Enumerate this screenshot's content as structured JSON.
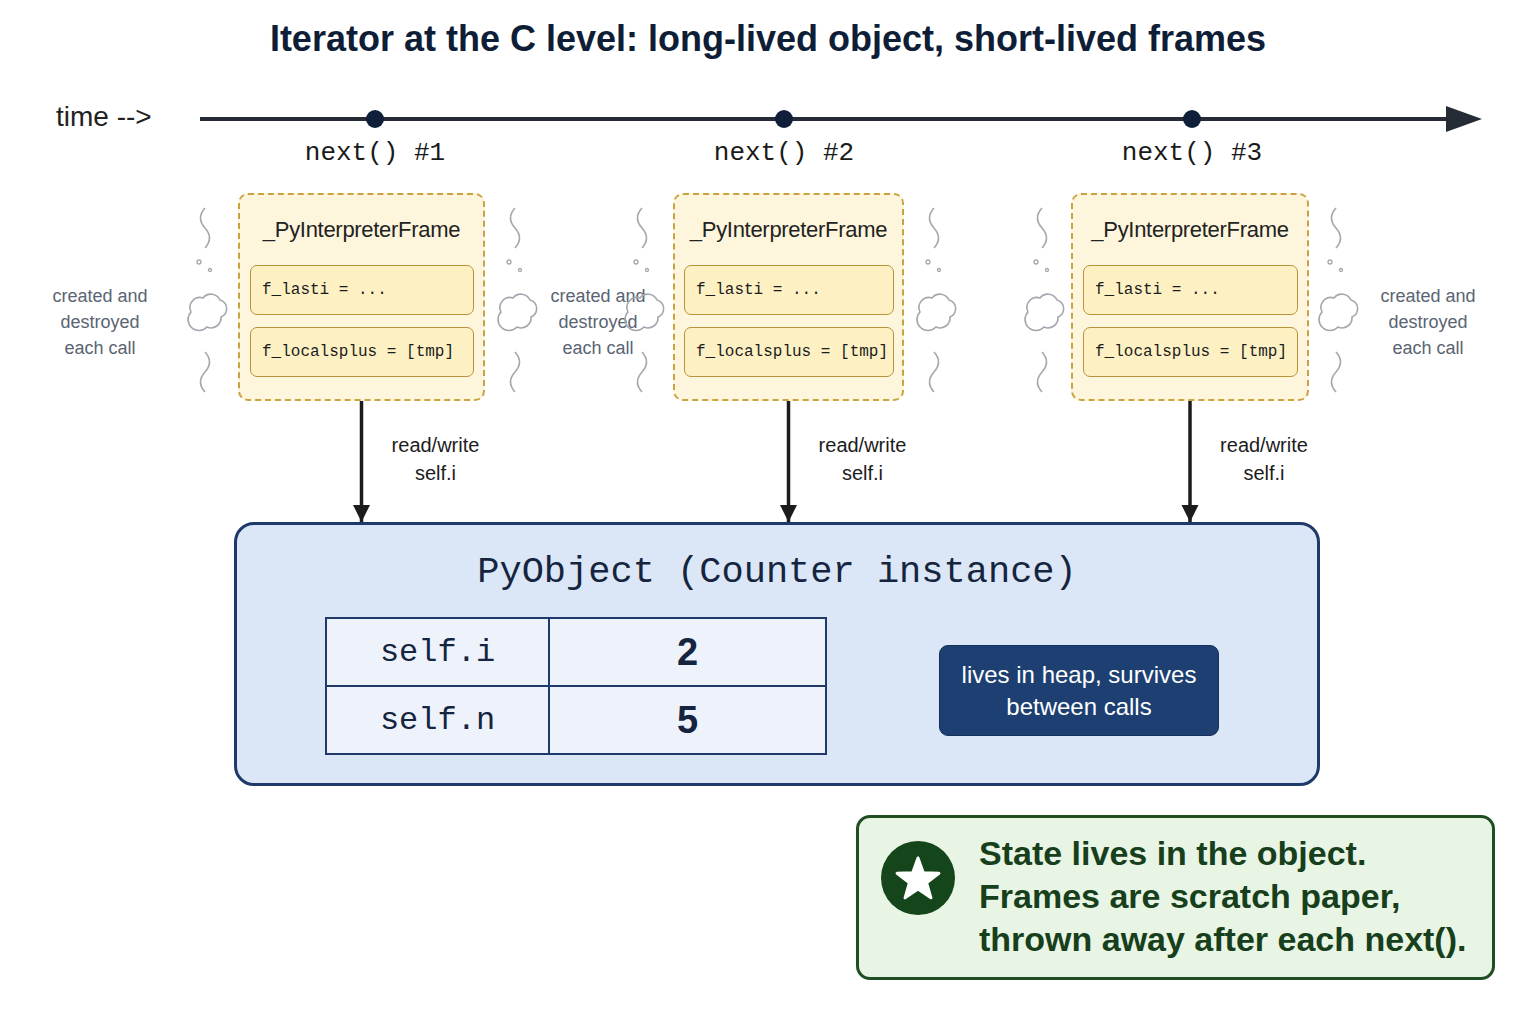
{
  "diagram": {
    "title": "Iterator at the C level: long-lived object, short-lived frames",
    "nodes": [
      {
        "text": [
          "_PyInterpreterFrame"
        ]
      },
      {
        "text": [
          "f_lasti = ..."
        ],
        "in": 0
      },
      {
        "text": [
          "f_localsplus = [tmp]"
        ],
        "in": 0
      },
      {
        "text": [
          "_PyInterpreterFrame"
        ]
      },
      {
        "text": [
          "f_lasti = ..."
        ],
        "in": 3
      },
      {
        "text": [
          "f_localsplus = [tmp]"
        ],
        "in": 3
      },
      {
        "text": [
          "_PyInterpreterFrame"
        ]
      },
      {
        "text": [
          "f_lasti = ..."
        ],
        "in": 6
      },
      {
        "text": [
          "f_localsplus = [tmp]"
        ],
        "in": 6
      },
      {
        "text": [
          "PyObject (Counter instance)"
        ]
      },
      {
        "text": [
          "lives in heap, survives between calls"
        ],
        "in": 9
      },
      {
        "text": [
          "State lives in the object. Frames are scratch paper, thrown away after each next()."
        ]
      }
    ],
    "edges": [
      {
        "from": 0,
        "to": 9,
        "label": "read/write self.i",
        "arrow": "to"
      },
      {
        "from": 3,
        "to": 9,
        "label": "read/write self.i",
        "arrow": "to"
      },
      {
        "from": 6,
        "to": 9,
        "label": "read/write self.i",
        "arrow": "to"
      }
    ],
    "labels": [
      "time -->",
      "next() #1",
      "next() #2",
      "next() #3",
      "created and destroyed each call",
      "created and destroyed each call",
      "created and destroyed each call",
      "self.i",
      "2",
      "self.n",
      "5"
    ]
  }
}
